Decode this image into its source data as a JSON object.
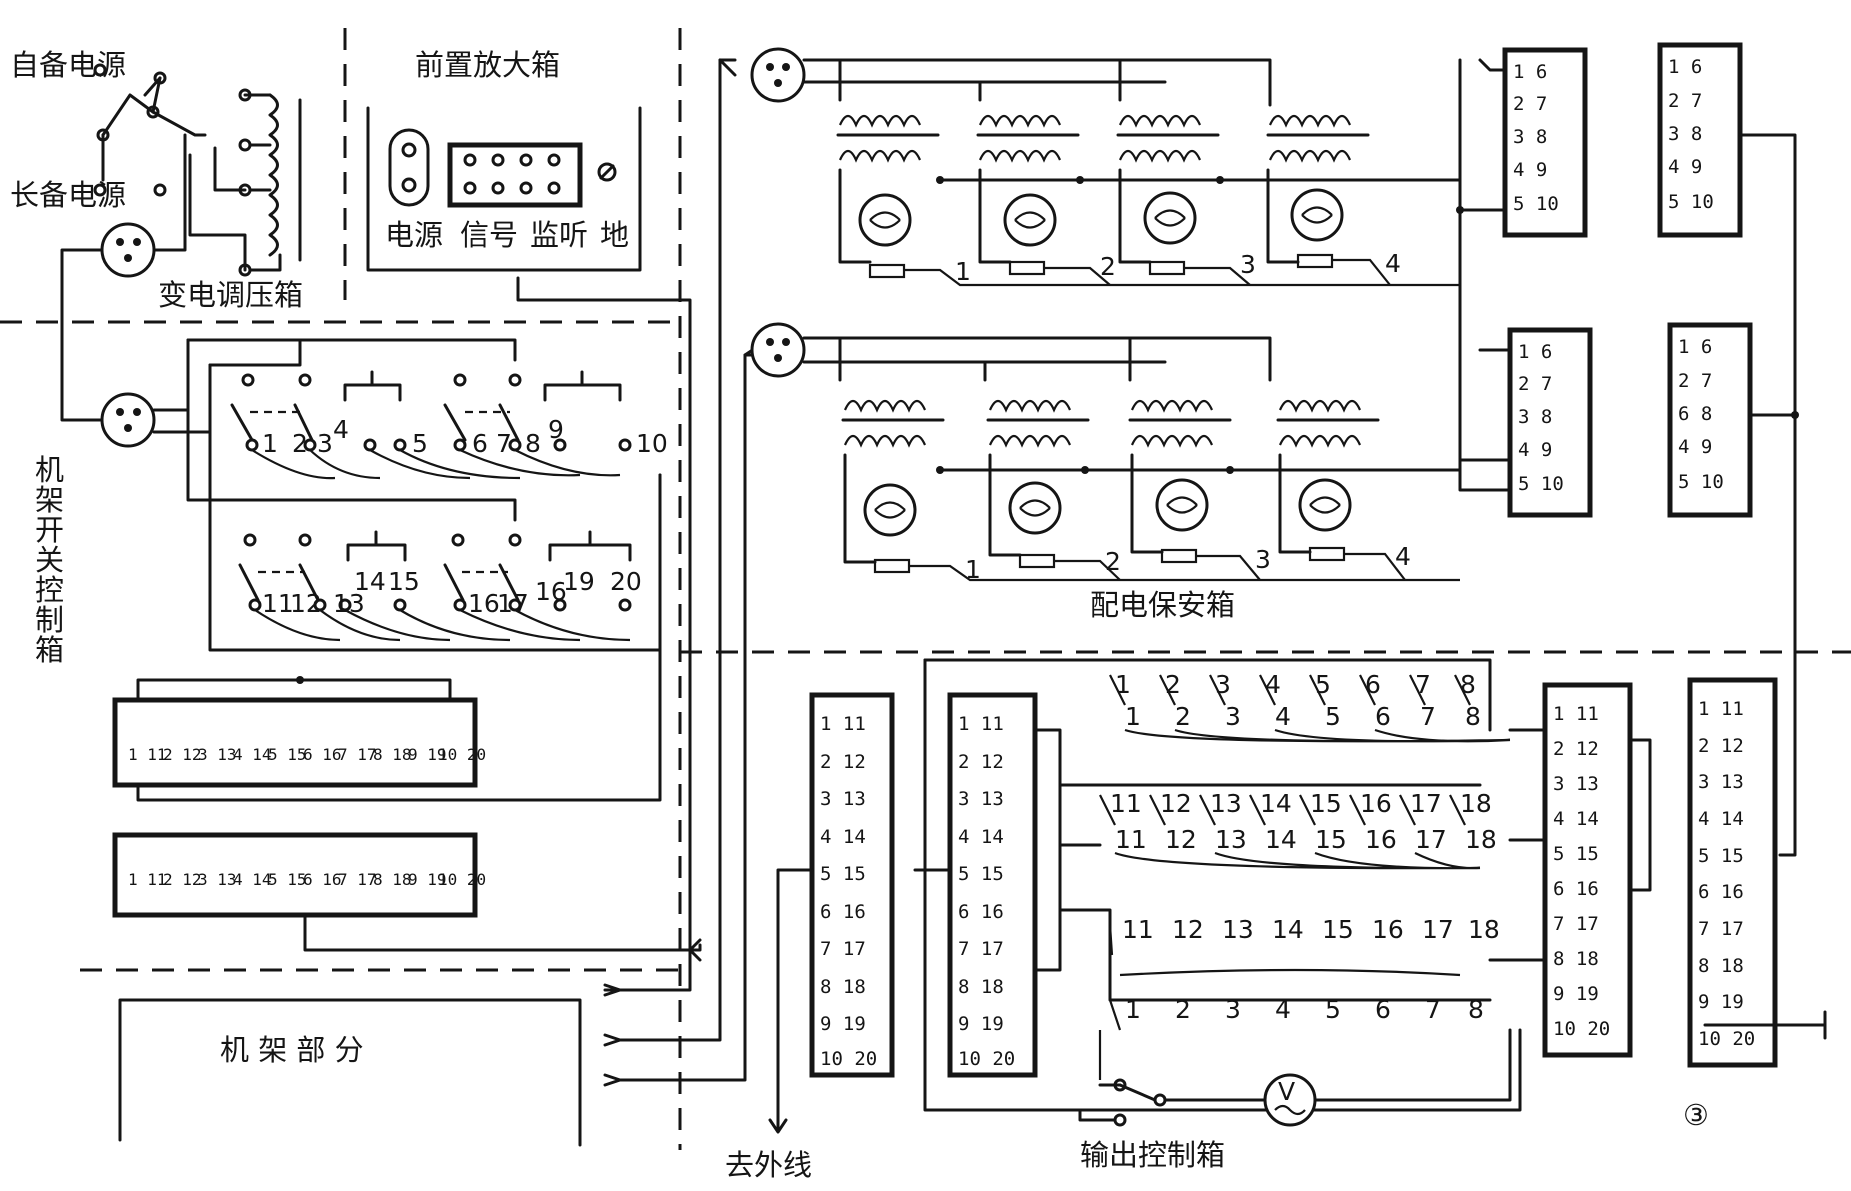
{
  "labels": {
    "self_power": "自备电源",
    "long_power": "长备电源",
    "transformer_box": "变电调压箱",
    "preamp_box": "前置放大箱",
    "preamp_power": "电源",
    "preamp_signal": "信号",
    "preamp_monitor": "监听",
    "preamp_ground": "地",
    "frame_switch_box": "机架开关控制箱",
    "frame_part": "机 架 部 分",
    "distribution_box": "配电保安箱",
    "to_outside": "去外线",
    "output_box": "输出控制箱",
    "figure_number": "③"
  },
  "switch_row_a": [
    "1",
    "2",
    "3",
    "4",
    "5",
    "6",
    "7",
    "8",
    "9",
    "10"
  ],
  "switch_row_b": [
    "11",
    "12",
    "13",
    "14",
    "15",
    "16",
    "17",
    "16",
    "19",
    "20"
  ],
  "terminal_strip_top": [
    "1 11",
    "2 12",
    "3 13",
    "4 14",
    "5 15",
    "6 16",
    "7 17",
    "8 18",
    "9 19",
    "10 20"
  ],
  "terminal_strip_bottom": [
    "1 11",
    "2 12",
    "3 13",
    "4 14",
    "5 15",
    "6 16",
    "7 17",
    "8 18",
    "9 19",
    "10 20"
  ],
  "fuse_labels": [
    "1",
    "2",
    "3",
    "4"
  ],
  "fuse_labels_lower": [
    "1",
    "2",
    "3",
    "4"
  ],
  "dist_terminal_left_top": [
    "1 6",
    "2 7",
    "3 8",
    "4 9",
    "5 10"
  ],
  "dist_terminal_right_top": [
    "1 6",
    "2 7",
    "3 8",
    "4 9",
    "5 10"
  ],
  "dist_terminal_left_bottom": [
    "1 6",
    "2 7",
    "3 8",
    "4 9",
    "5 10"
  ],
  "dist_terminal_right_bottom": [
    "1 6",
    "2 7",
    "6 8",
    "4 9",
    "5 10"
  ],
  "output_switches_row1_top": [
    "1",
    "2",
    "3",
    "4",
    "5",
    "6",
    "7",
    "8"
  ],
  "output_switches_row1_bot": [
    "1",
    "2",
    "3",
    "4",
    "5",
    "6",
    "7",
    "8"
  ],
  "output_switches_row2_top": [
    "11",
    "12",
    "13",
    "14",
    "15",
    "16",
    "17",
    "18"
  ],
  "output_switches_row2_bot": [
    "11",
    "12",
    "13",
    "14",
    "15",
    "16",
    "17",
    "18"
  ],
  "output_switches_row3": [
    "11",
    "12",
    "13",
    "14",
    "15",
    "16",
    "17",
    "18"
  ],
  "output_switches_row4": [
    "1",
    "2",
    "3",
    "4",
    "5",
    "6",
    "7",
    "8"
  ],
  "vertical_terminal_a": [
    "1 11",
    "2 12",
    "3 13",
    "4 14",
    "5 15",
    "6 16",
    "7 17",
    "8 18",
    "9 19",
    "10 20"
  ],
  "vertical_terminal_b": [
    "1 11",
    "2 12",
    "3 13",
    "4 14",
    "5 15",
    "6 16",
    "7 17",
    "8 18",
    "9 19",
    "10 20"
  ],
  "vertical_terminal_c": [
    "1 11",
    "2 12",
    "3 13",
    "4 14",
    "5 15",
    "6 16",
    "7 17",
    "8 18",
    "9 19",
    "10 20"
  ],
  "vertical_terminal_d": [
    "1 11",
    "2 12",
    "3 13",
    "4 14",
    "5 15",
    "6 16",
    "7 17",
    "8 18",
    "9 19",
    "10 20"
  ]
}
